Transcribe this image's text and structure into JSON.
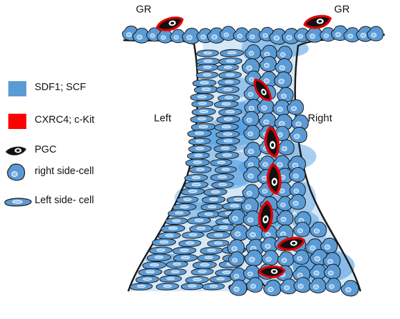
{
  "labels": {
    "gr_left": "GR",
    "gr_right": "GR",
    "left": "Left",
    "right": "Right"
  },
  "legend": [
    {
      "label": "SDF1; SCF",
      "swatch": "blue-square",
      "color": "#5b9bd5"
    },
    {
      "label": "CXRC4; c-Kit",
      "swatch": "red-square",
      "color": "#ff0000"
    },
    {
      "label": "PGC",
      "swatch": "pgc-icon",
      "color": "#111111"
    },
    {
      "label": "right side-cell",
      "swatch": "round-cell-icon",
      "color": "#5b9bd5"
    },
    {
      "label": "Left side- cell",
      "swatch": "flat-cell-icon",
      "color": "#5b9bd5"
    }
  ],
  "colors": {
    "tissue_fill": "#cfe3f5",
    "tissue_blue": "#5ea6e0",
    "cell_fill": "#5b9bd5",
    "outline": "#1a1a1a",
    "receptor": "#e00000"
  }
}
